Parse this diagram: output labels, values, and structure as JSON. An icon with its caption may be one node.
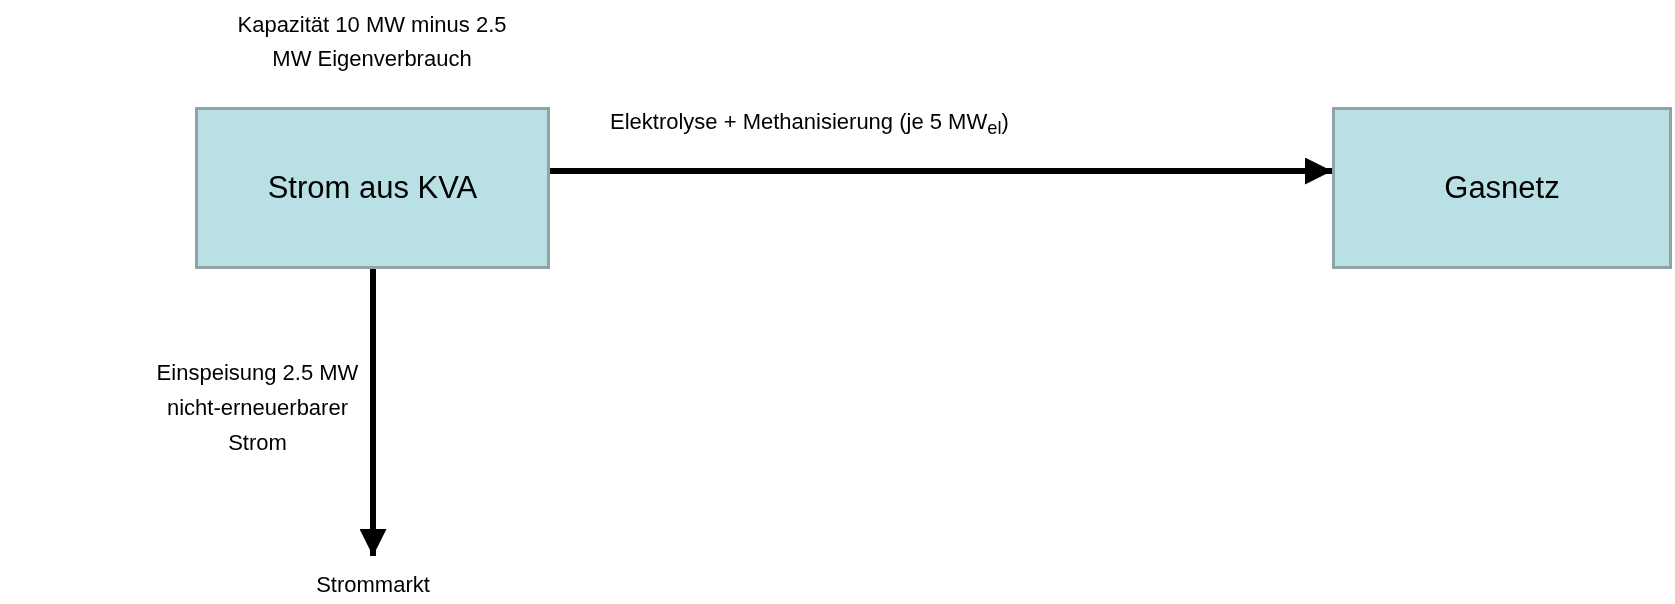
{
  "diagram": {
    "nodes": [
      {
        "text": [
          "Strom aus KVA"
        ],
        "beside": [
          "Kapazität 10 MW minus 2.5 MW Eigenverbrauch"
        ]
      },
      {
        "text": [
          "Gasnetz"
        ]
      },
      {
        "text": [
          "Strommarkt"
        ]
      }
    ],
    "edges": [
      {
        "from": 0,
        "to": 1,
        "arrow": "to",
        "label": "Elektrolyse + Methanisierung (je 5 MW$_{el}$)"
      },
      {
        "from": 0,
        "to": 2,
        "arrow": "to",
        "label": "Einspeisung 2.5 MW nicht-erneuerbarer Strom"
      }
    ]
  }
}
